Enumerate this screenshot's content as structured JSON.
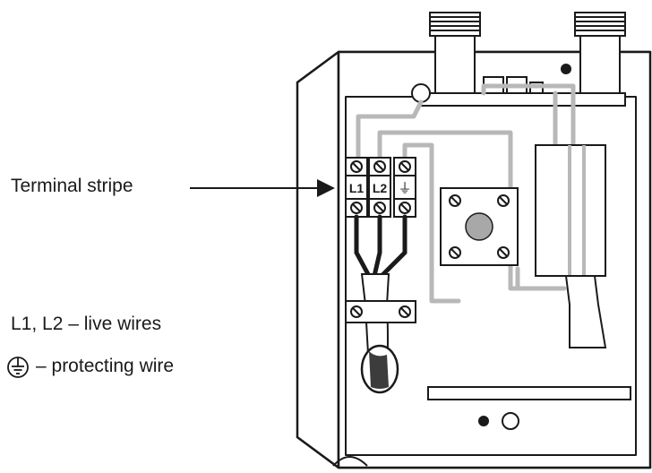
{
  "callout": {
    "text": "Terminal stripe"
  },
  "terminals": [
    {
      "label": "L1"
    },
    {
      "label": "L2"
    },
    {
      "label": "⏚"
    }
  ],
  "legend": {
    "live": "L1, L2  – live wires",
    "pe": "– protecting wire"
  },
  "colors": {
    "ink": "#1a1a1a",
    "wire_gray": "#b8b8b8",
    "knob_gray": "#a8a8a8",
    "background": "#ffffff"
  }
}
